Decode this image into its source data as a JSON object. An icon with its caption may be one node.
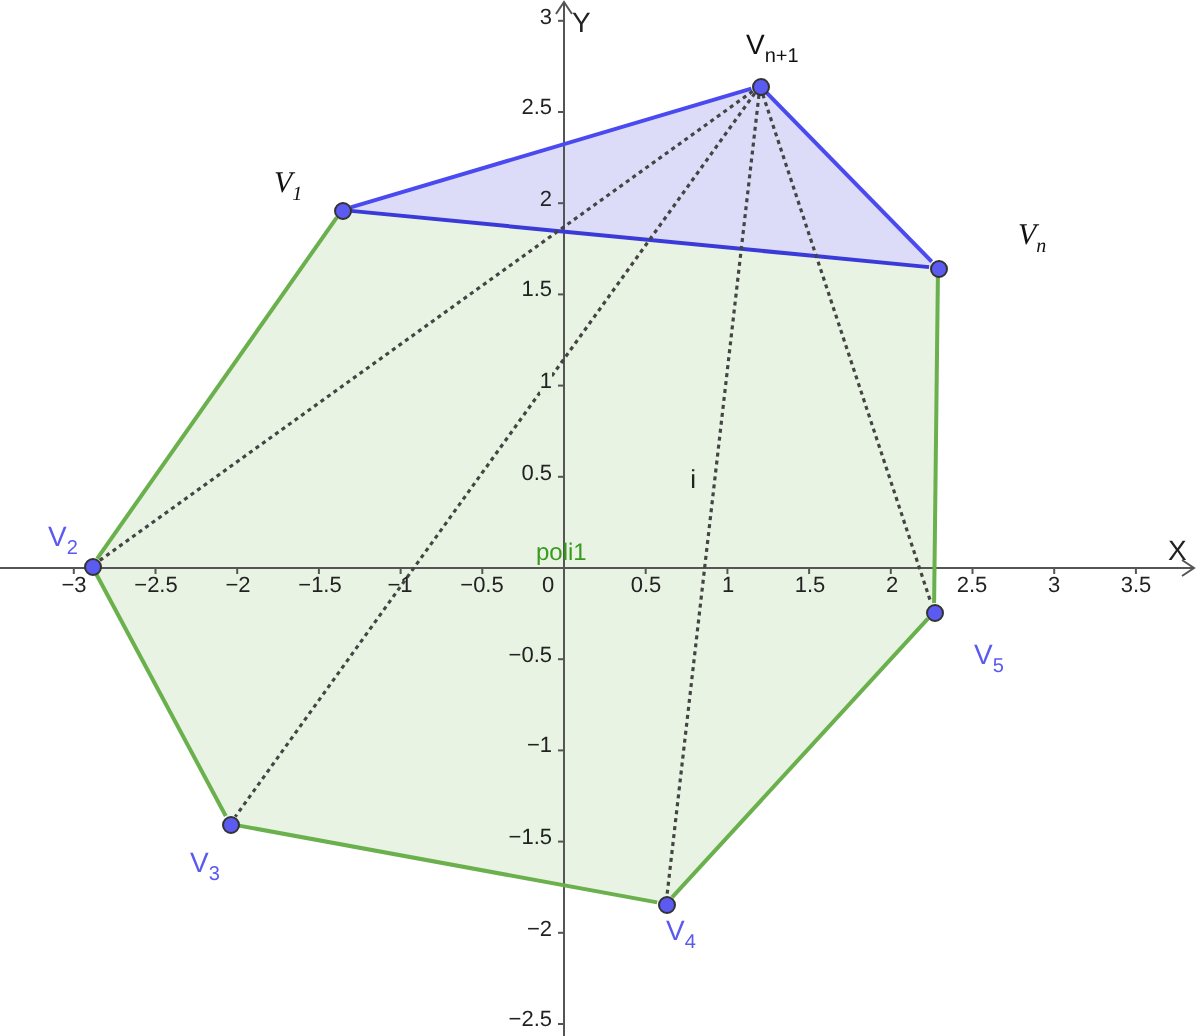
{
  "diagram": {
    "nodes": [
      {
        "text": [],
        "shape": "circle",
        "beside": [
          "V$_{1}$"
        ]
      },
      {
        "text": [],
        "shape": "circle",
        "beside": [
          "V$_{2}$"
        ]
      },
      {
        "text": [],
        "shape": "circle",
        "beside": [
          "V$_{3}$"
        ]
      },
      {
        "text": [],
        "shape": "circle",
        "beside": [
          "V$_{4}$"
        ]
      },
      {
        "text": [],
        "shape": "circle",
        "beside": [
          "V$_{5}$"
        ]
      },
      {
        "text": [],
        "shape": "circle",
        "beside": [
          "V$_{n}$"
        ]
      },
      {
        "text": [],
        "shape": "circle",
        "beside": [
          "V$_{n+1}$"
        ]
      }
    ],
    "edges": [
      {
        "from": 0,
        "to": 1,
        "arrow": "none"
      },
      {
        "from": 1,
        "to": 2,
        "arrow": "none"
      },
      {
        "from": 2,
        "to": 3,
        "arrow": "none"
      },
      {
        "from": 3,
        "to": 4,
        "arrow": "none"
      },
      {
        "from": 4,
        "to": 5,
        "arrow": "none"
      },
      {
        "from": 5,
        "to": 0,
        "arrow": "none",
        "color": "#3a3ad8"
      },
      {
        "from": 0,
        "to": 6,
        "arrow": "none",
        "color": "#4a4af0"
      },
      {
        "from": 6,
        "to": 5,
        "arrow": "none",
        "color": "#4a4af0"
      },
      {
        "from": 6,
        "to": 1,
        "arrow": "none",
        "style": "dashed",
        "color": "#444444"
      },
      {
        "from": 6,
        "to": 2,
        "arrow": "none",
        "style": "dashed",
        "color": "#444444"
      },
      {
        "from": 6,
        "to": 3,
        "arrow": "none",
        "style": "dashed",
        "color": "#444444",
        "label": "i"
      },
      {
        "from": 6,
        "to": 4,
        "arrow": "none",
        "style": "dashed",
        "color": "#444444"
      }
    ],
    "labels": [
      "3",
      "Y",
      "2.5",
      "2",
      "1.5",
      "1",
      "0.5",
      "poli1",
      "X",
      "−3",
      "−2.5",
      "−2",
      "−1.5",
      "−1",
      "−0.5",
      "0",
      "0.5",
      "1",
      "1.5",
      "2",
      "2.5",
      "3",
      "3.5",
      "−0.5",
      "−1",
      "−1.5",
      "−2",
      "−2.5"
    ]
  }
}
